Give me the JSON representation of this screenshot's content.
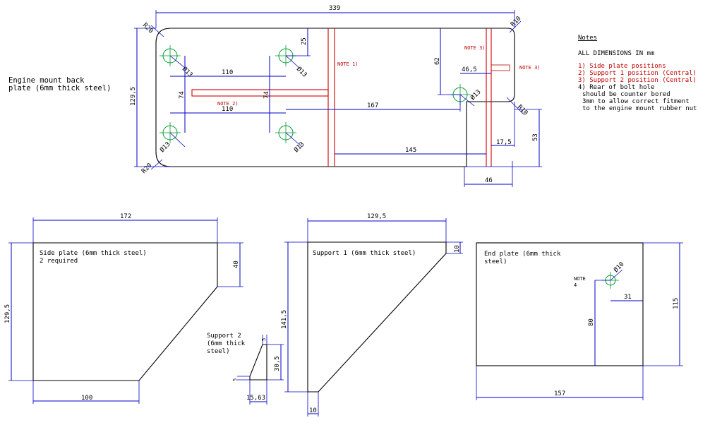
{
  "titles": {
    "back_plate": [
      "Engine mount back",
      "plate (6mm thick steel)"
    ],
    "side_plate": [
      "Side plate (6mm thick steel)",
      "2 required"
    ],
    "support1": "Support 1 (6mm thick steel)",
    "support2": [
      "Support 2",
      "(6mm thick",
      "steel)"
    ],
    "end_plate": [
      "End plate (6mm thick",
      "steel)"
    ]
  },
  "notes": {
    "heading": "Notes",
    "all_dims": "ALL DIMENSIONS IN mm",
    "items": [
      "1) Side plate positions",
      "2) Support 1 position (Central)",
      "3) Support 2 position (Central)",
      "4) Rear of bolt hole",
      "should be counter bored",
      "3mm to allow correct fitment",
      "to the engine mount rubber nut"
    ],
    "red_count": 3
  },
  "back_plate_dims": {
    "overall_width": "339",
    "height": "129,5",
    "radius_tl": "R20",
    "radius_bl": "R20",
    "radius_tr": "R10",
    "radius_br": "R10",
    "hole_dia": "Ø13",
    "top_offset": "25",
    "hole_spacing_top": "110",
    "hole_spacing_bottom": "110",
    "vertical_spacing_left": "74",
    "vertical_spacing_right": "74",
    "right_hole_offset": "62",
    "dim_167": "167",
    "dim_145": "145",
    "dim_46_5": "46,5",
    "dim_17_5": "17,5",
    "dim_53": "53",
    "dim_46": "46",
    "note1": "NOTE 1)",
    "note2": "NOTE 2)",
    "note3": "NOTE 3)",
    "note3b": "NOTE 3)"
  },
  "side_plate_dims": {
    "top": "172",
    "height": "129,5",
    "right": "40",
    "bottom": "100"
  },
  "support1_dims": {
    "top": "129,5",
    "height": "141,5",
    "right": "10",
    "bottom": "10"
  },
  "support2_dims": {
    "top": "5",
    "height": "30,5",
    "left": "5",
    "bottom": "15,63"
  },
  "end_plate_dims": {
    "note": [
      "NOTE",
      "4"
    ],
    "hole": "Ø10",
    "dim_31": "31",
    "dim_80": "80",
    "height": "115",
    "width": "157"
  }
}
